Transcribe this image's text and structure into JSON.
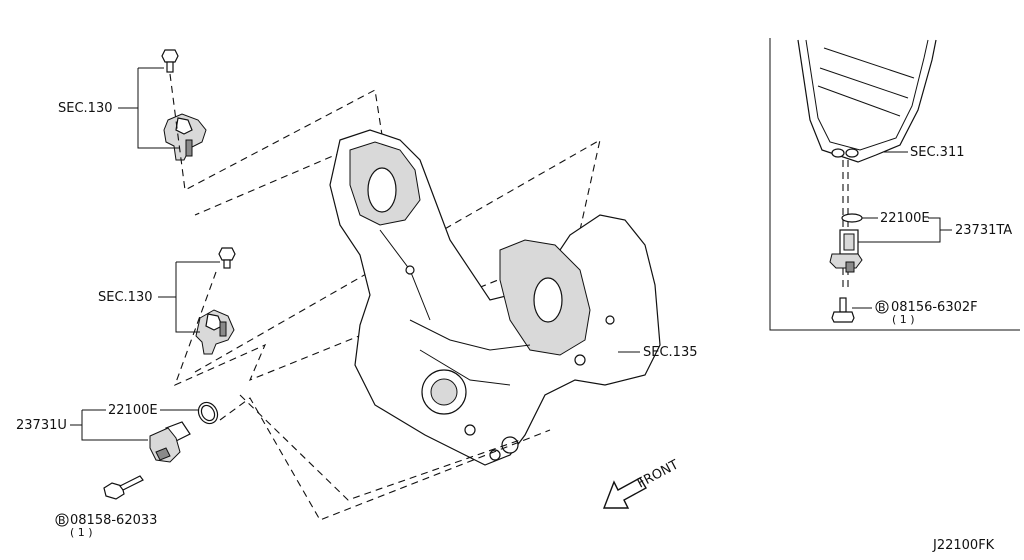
{
  "labels": {
    "sec130_upper": "SEC.130",
    "sec130_lower": "SEC.130",
    "sec135": "SEC.135",
    "sec311": "SEC.311",
    "part_23731u": "23731U",
    "part_22100e_left": "22100E",
    "part_22100e_right": "22100E",
    "part_23731ta": "23731TA",
    "bolt_left": "08158-62033",
    "bolt_left_qty": "( 1 )",
    "bolt_right": "08156-6302F",
    "bolt_right_qty": "( 1 )",
    "bolt_marker": "B",
    "front": "FRONT",
    "diagram_code": "J22100FK"
  },
  "colors": {
    "line": "#111111",
    "shade": "#d9d9d9",
    "background": "#ffffff"
  }
}
